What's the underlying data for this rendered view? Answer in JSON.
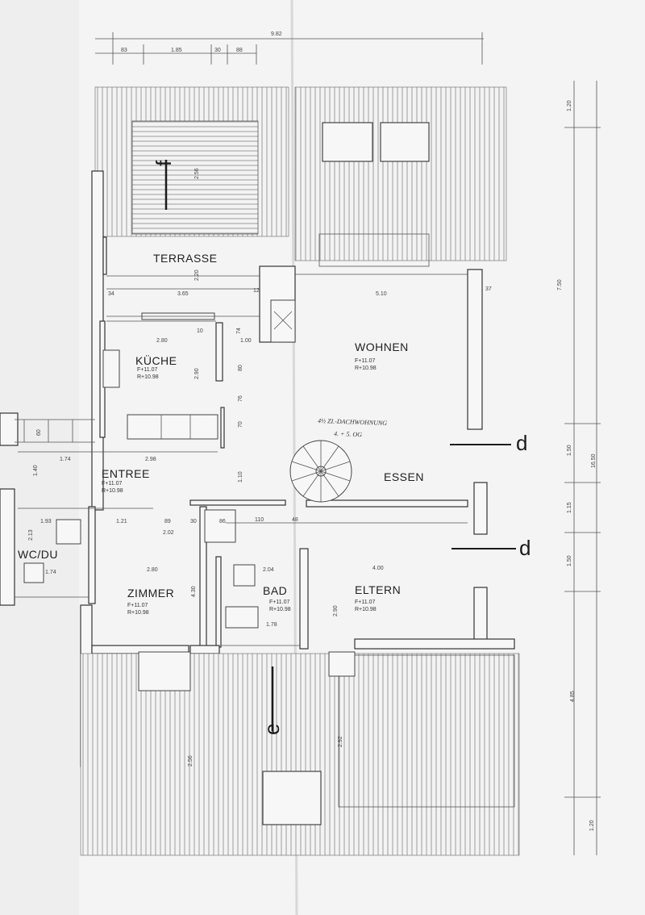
{
  "rooms": {
    "terrasse": "TERRASSE",
    "kueche": "KÜCHE",
    "wohnen": "WOHNEN",
    "essen": "ESSEN",
    "entree": "ENTREE",
    "wc": "WC/DU",
    "zimmer": "ZIMMER",
    "bad": "BAD",
    "eltern": "ELTERN"
  },
  "levels": {
    "f": "F+11.07",
    "r": "R+10.98"
  },
  "apartment_note": {
    "line1": "4½ ZI.-DACHWOHNUNG",
    "line2": "4. + 5. OG"
  },
  "section_markers": {
    "d_upper": "d",
    "d_lower": "d",
    "e": "e",
    "f": "f"
  },
  "dimensions": {
    "top_total": "9.82",
    "top_a": "83",
    "top_b": "1.85",
    "top_c": "30",
    "top_d": "88",
    "right_1": "1.20",
    "right_2": "7.50",
    "right_3": "1.50",
    "right_4": "1.15",
    "right_5": "1.50",
    "right_6": "4.85",
    "right_7": "1.20",
    "right_total": "16.50",
    "terrace_h": "2.56",
    "terrace_h2": "2.20",
    "terrace_w": "3.65",
    "terrace_left": "34",
    "wohnen_w": "5.10",
    "wohnen_right": "37",
    "kueche_w": "2.80",
    "kueche_h": "2.90",
    "entree_w": "2.98",
    "entree_l": "1.74",
    "wc_w": "1.93",
    "wc_h": "1.74",
    "zimmer_a": "1.21",
    "zimmer_b": "89",
    "zimmer_c": "2.02",
    "zimmer_w": "2.80",
    "zimmer_h": "4.30",
    "bad_w": "2.04",
    "bad_b": "1.78",
    "hall_w": "110",
    "eltern_w": "4.00",
    "eltern_h": "2.90",
    "bottom_h": "2.56",
    "bottom_h2": "2.92",
    "v_80": "80",
    "v_76": "76",
    "v_70": "70",
    "v_110": "1.10",
    "v_100": "1.00",
    "v_74": "74",
    "v_12": "12",
    "v_48": "48",
    "v_10": "10",
    "v_60": "60",
    "v_140": "1.40",
    "v_213": "2.13",
    "v_30": "30",
    "v_86": "86"
  }
}
